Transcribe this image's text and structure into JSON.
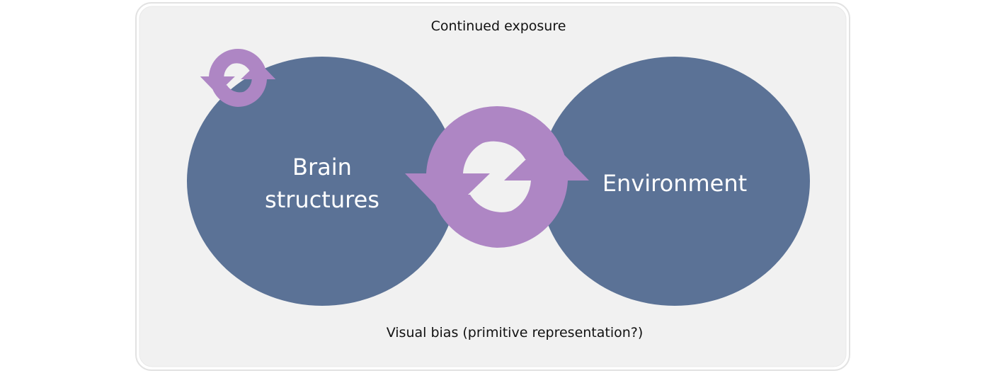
{
  "diagram": {
    "top_label": "Continued exposure",
    "bottom_label": "Visual bias (primitive representation?)",
    "nodes": [
      {
        "id": "brain",
        "lines": [
          "Brain",
          "structures"
        ]
      },
      {
        "id": "environment",
        "lines": [
          "Environment"
        ]
      }
    ],
    "cycles": [
      {
        "id": "self-cycle",
        "icon": "refresh-cycle-icon",
        "attached_to": "brain"
      },
      {
        "id": "interaction-cycle",
        "icon": "refresh-cycle-icon",
        "between": [
          "brain",
          "environment"
        ]
      }
    ],
    "colors": {
      "panel_background": "#f1f1f1",
      "panel_border": "#e2e2e2",
      "node_fill": "#5b7296",
      "node_text": "#ffffff",
      "cycle_arrow": "#ae86c4",
      "label_text": "#111111"
    }
  }
}
